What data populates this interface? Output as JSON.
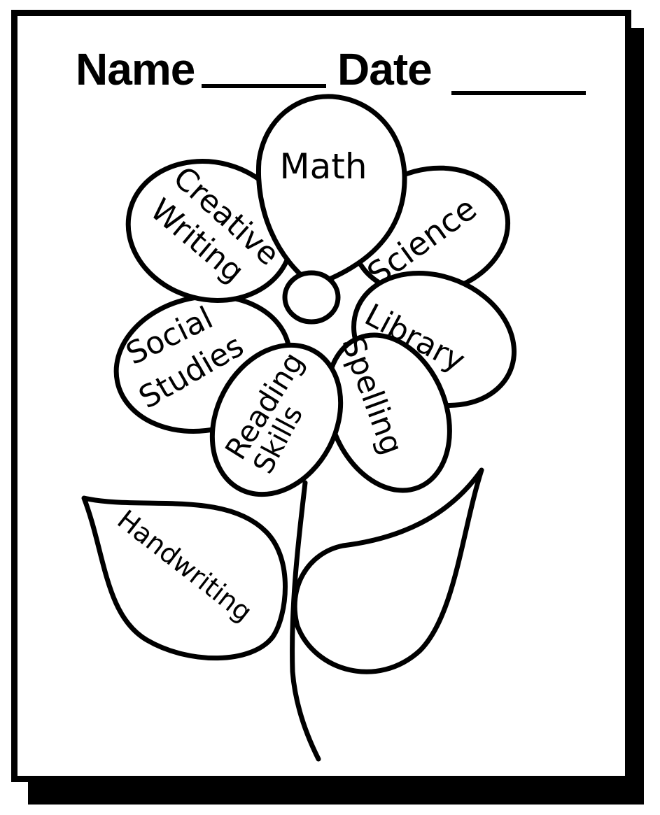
{
  "header": {
    "name_label": "Name",
    "date_label": "Date"
  },
  "petals": {
    "math": "Math",
    "creative_1": "Creative",
    "creative_2": "Writing",
    "science": "Science",
    "social_1": "Social",
    "social_2": "Studies",
    "library": "Library",
    "reading_1": "Reading",
    "reading_2": "Skills",
    "spelling": "Spelling"
  },
  "leaves": {
    "handwriting": "Handwriting"
  },
  "colors": {
    "ink": "#000000",
    "paper": "#ffffff"
  }
}
